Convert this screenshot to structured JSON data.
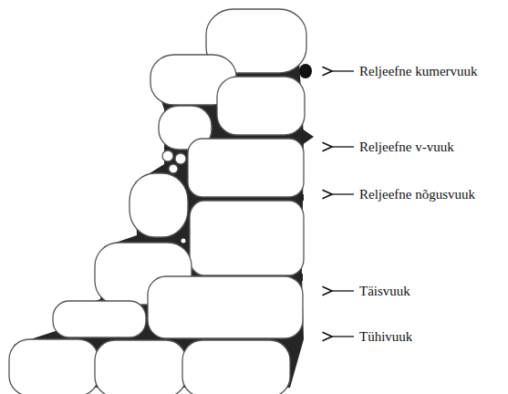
{
  "diagram": {
    "labels": [
      "Reljeefne kumervuuk",
      "Reljeefne v-vuuk",
      "Reljeefne nõgusvuuk",
      "Täisvuuk",
      "Tühivuuk"
    ]
  }
}
